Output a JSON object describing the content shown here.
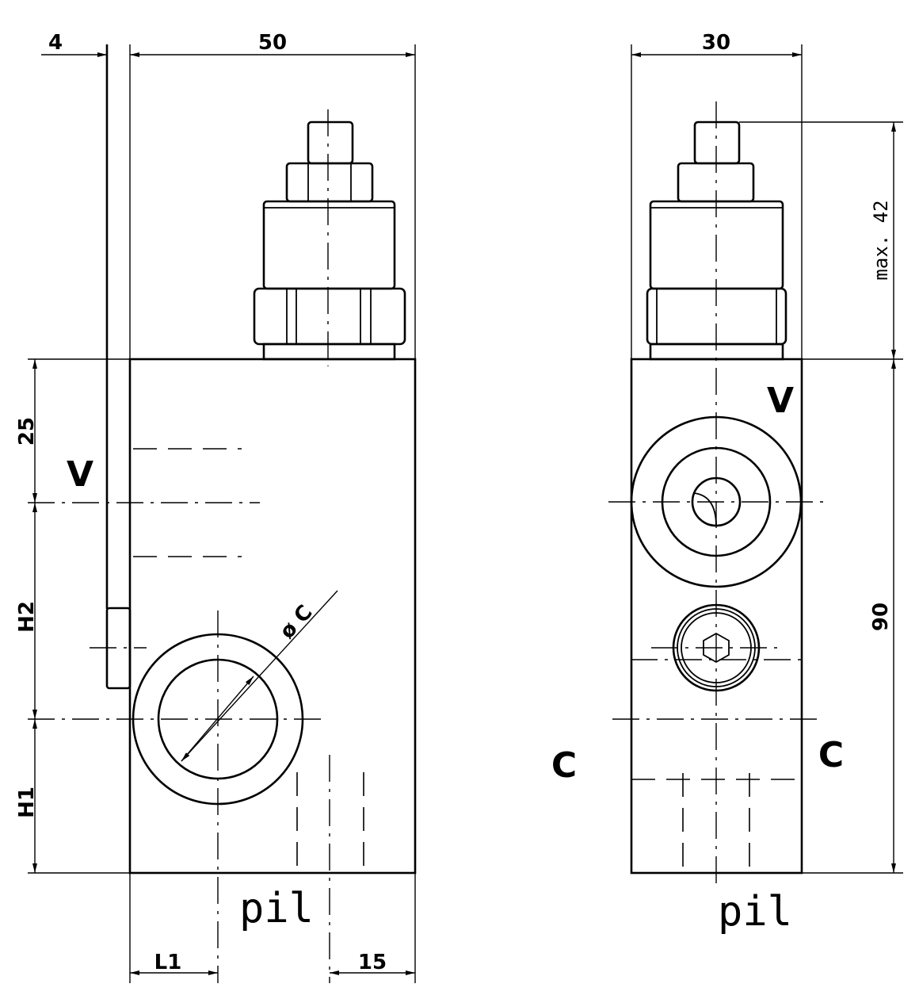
{
  "dimensions": {
    "side_offset": "4",
    "body_width": "50",
    "side_width": "30",
    "max_height": "max. 42",
    "body_height": "90",
    "v_offset": "25",
    "h2": "H2",
    "h1": "H1",
    "l1": "L1",
    "pil_offset": "15",
    "port_diameter": "ø C"
  },
  "ports": {
    "front_v": "V",
    "side_v": "V",
    "side_c_left": "C",
    "side_c_right": "C",
    "front_pil": "pil",
    "side_pil": "pil"
  }
}
